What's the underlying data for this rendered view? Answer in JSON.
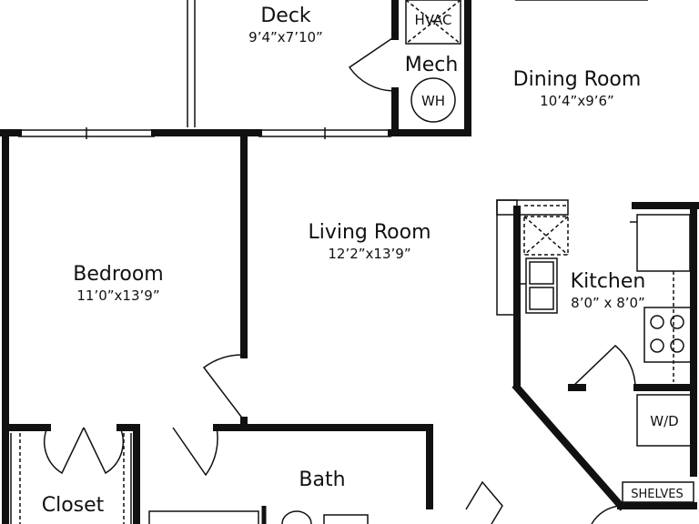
{
  "rooms": {
    "deck": {
      "name": "Deck",
      "dim": "9’4”x7’10”"
    },
    "dining": {
      "name": "Dining Room",
      "dim": "10’4”x9’6”"
    },
    "living": {
      "name": "Living Room",
      "dim": "12’2”x13’9”"
    },
    "bedroom": {
      "name": "Bedroom",
      "dim": "11’0”x13’9”"
    },
    "kitchen": {
      "name": "Kitchen",
      "dim": "8’0” x 8’0”"
    },
    "mech": {
      "name": "Mech"
    },
    "bath": {
      "name": "Bath"
    },
    "closet": {
      "name": "Closet"
    }
  },
  "fixtures": {
    "hvac": "HVAC",
    "wh": "WH",
    "wd": "W/D",
    "shelves": "SHELVES"
  }
}
